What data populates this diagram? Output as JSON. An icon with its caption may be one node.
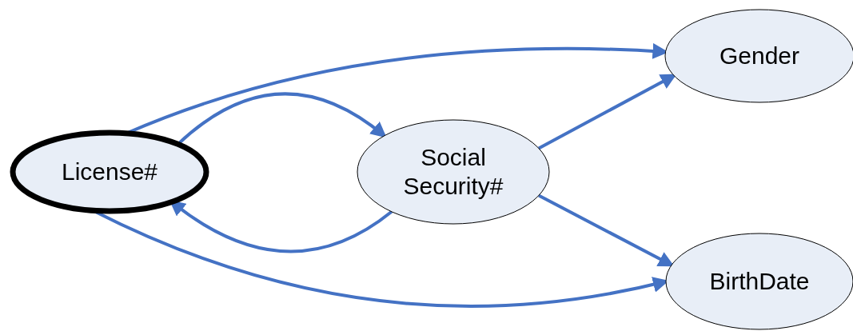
{
  "diagram": {
    "nodes": [
      {
        "text": [
          "License#"
        ]
      },
      {
        "text": [
          "Social Security#"
        ]
      },
      {
        "text": [
          "Gender"
        ]
      },
      {
        "text": [
          "BirthDate"
        ]
      }
    ],
    "edges": [
      {
        "from": 0,
        "to": 2,
        "arrow": "to"
      },
      {
        "from": 0,
        "to": 1,
        "arrow": "to"
      },
      {
        "from": 1,
        "to": 0,
        "arrow": "to"
      },
      {
        "from": 1,
        "to": 2,
        "arrow": "to"
      },
      {
        "from": 1,
        "to": 3,
        "arrow": "to"
      },
      {
        "from": 0,
        "to": 3,
        "arrow": "to"
      }
    ]
  }
}
